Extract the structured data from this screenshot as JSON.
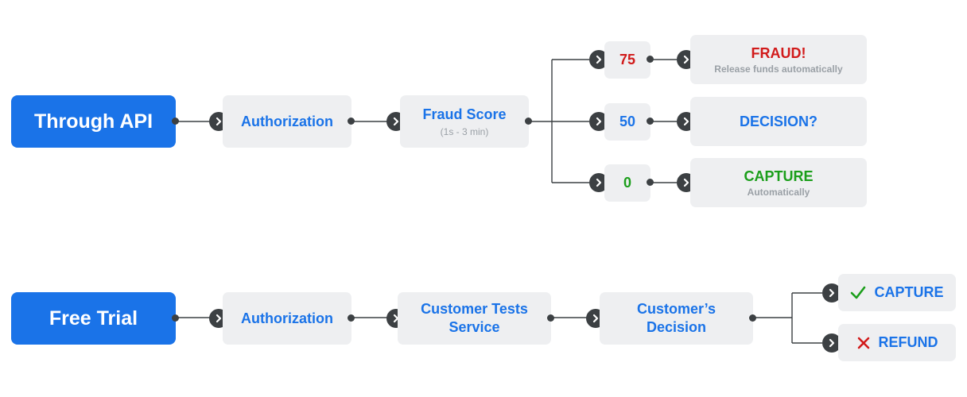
{
  "colors": {
    "primary": "#1a73e8",
    "box_bg": "#eeeff1",
    "connector": "#3c4043",
    "fraud": "#d11a1a",
    "capture": "#1a9e1a",
    "muted": "#9aa0a6"
  },
  "flow_api": {
    "start_label": "Through API",
    "authorization": "Authorization",
    "fraud_score": {
      "title": "Fraud Score",
      "subtitle": "(1s - 3 min)"
    },
    "branches": [
      {
        "score": "75",
        "title": "FRAUD!",
        "subtitle": "Release funds automatically"
      },
      {
        "score": "50",
        "title": "DECISION?"
      },
      {
        "score": "0",
        "title": "CAPTURE",
        "subtitle": "Automatically"
      }
    ]
  },
  "flow_trial": {
    "start_label": "Free Trial",
    "authorization": "Authorization",
    "tests": "Customer Tests Service",
    "decision": "Customer’s Decision",
    "outcomes": [
      {
        "icon": "check-icon",
        "label": "CAPTURE"
      },
      {
        "icon": "x-icon",
        "label": "REFUND"
      }
    ]
  }
}
